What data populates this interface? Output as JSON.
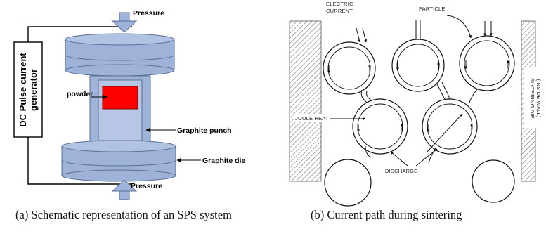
{
  "panel_a": {
    "generator_label": "DC Pulse current",
    "generator_label_2": "generator",
    "pressure_top": "Pressure",
    "pressure_bottom": "Pressure",
    "powder": "powder",
    "graphite_punch": "Graphite punch",
    "graphite_die": "Graphite die",
    "colors": {
      "electrode": "#9fb3d8",
      "powder": "#ff0000",
      "outline": "#5a6f9a"
    }
  },
  "panel_b": {
    "electric_current": "ELECTRIC",
    "electric_current_2": "CURRENT",
    "particle": "PARTICLE",
    "joule_heat": "JOULE HEAT",
    "discharge": "DISCHARGE",
    "sintering_die": "SINTERING DIE",
    "inside_wall": "(INSIDE WALL)"
  },
  "captions": {
    "a": "(a) Schematic representation of an SPS system",
    "b": "(b) Current path during sintering"
  }
}
